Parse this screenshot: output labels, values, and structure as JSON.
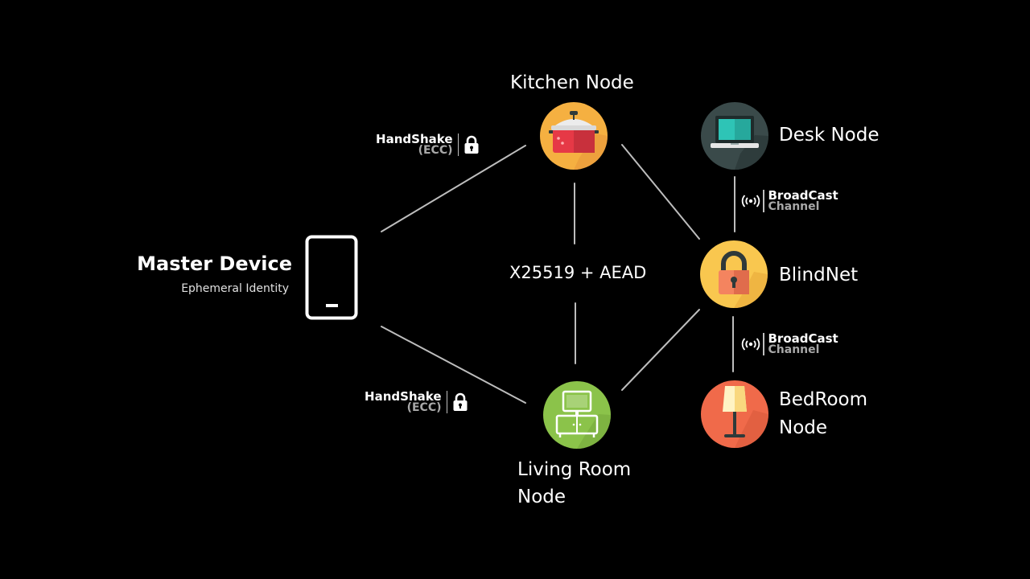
{
  "master": {
    "title": "Master Device",
    "subtitle": "Ephemeral Identity"
  },
  "nodes": {
    "kitchen": "Kitchen Node",
    "desk": "Desk Node",
    "blindnet": "BlindNet",
    "bedroom_line1": "BedRoom",
    "bedroom_line2": "Node",
    "living_line1": "Living Room",
    "living_line2": "Node"
  },
  "center_label": "X25519 + AEAD",
  "handshake": {
    "title": "HandShake",
    "subtitle": "(ECC)"
  },
  "broadcast": {
    "title": "BroadCast",
    "subtitle": "Channel"
  },
  "colors": {
    "background": "#000000",
    "line": "#bdbdbd",
    "kitchen_circle": "#F5B041",
    "desk_circle": "#3A4A4A",
    "blindnet_circle": "#F9C74F",
    "bedroom_circle": "#F06A4A",
    "living_circle": "#8BC34A"
  },
  "icons": [
    "phone-icon",
    "pot-icon",
    "laptop-icon",
    "padlock-icon",
    "lamp-icon",
    "tv-cabinet-icon",
    "lock-icon",
    "broadcast-icon"
  ]
}
